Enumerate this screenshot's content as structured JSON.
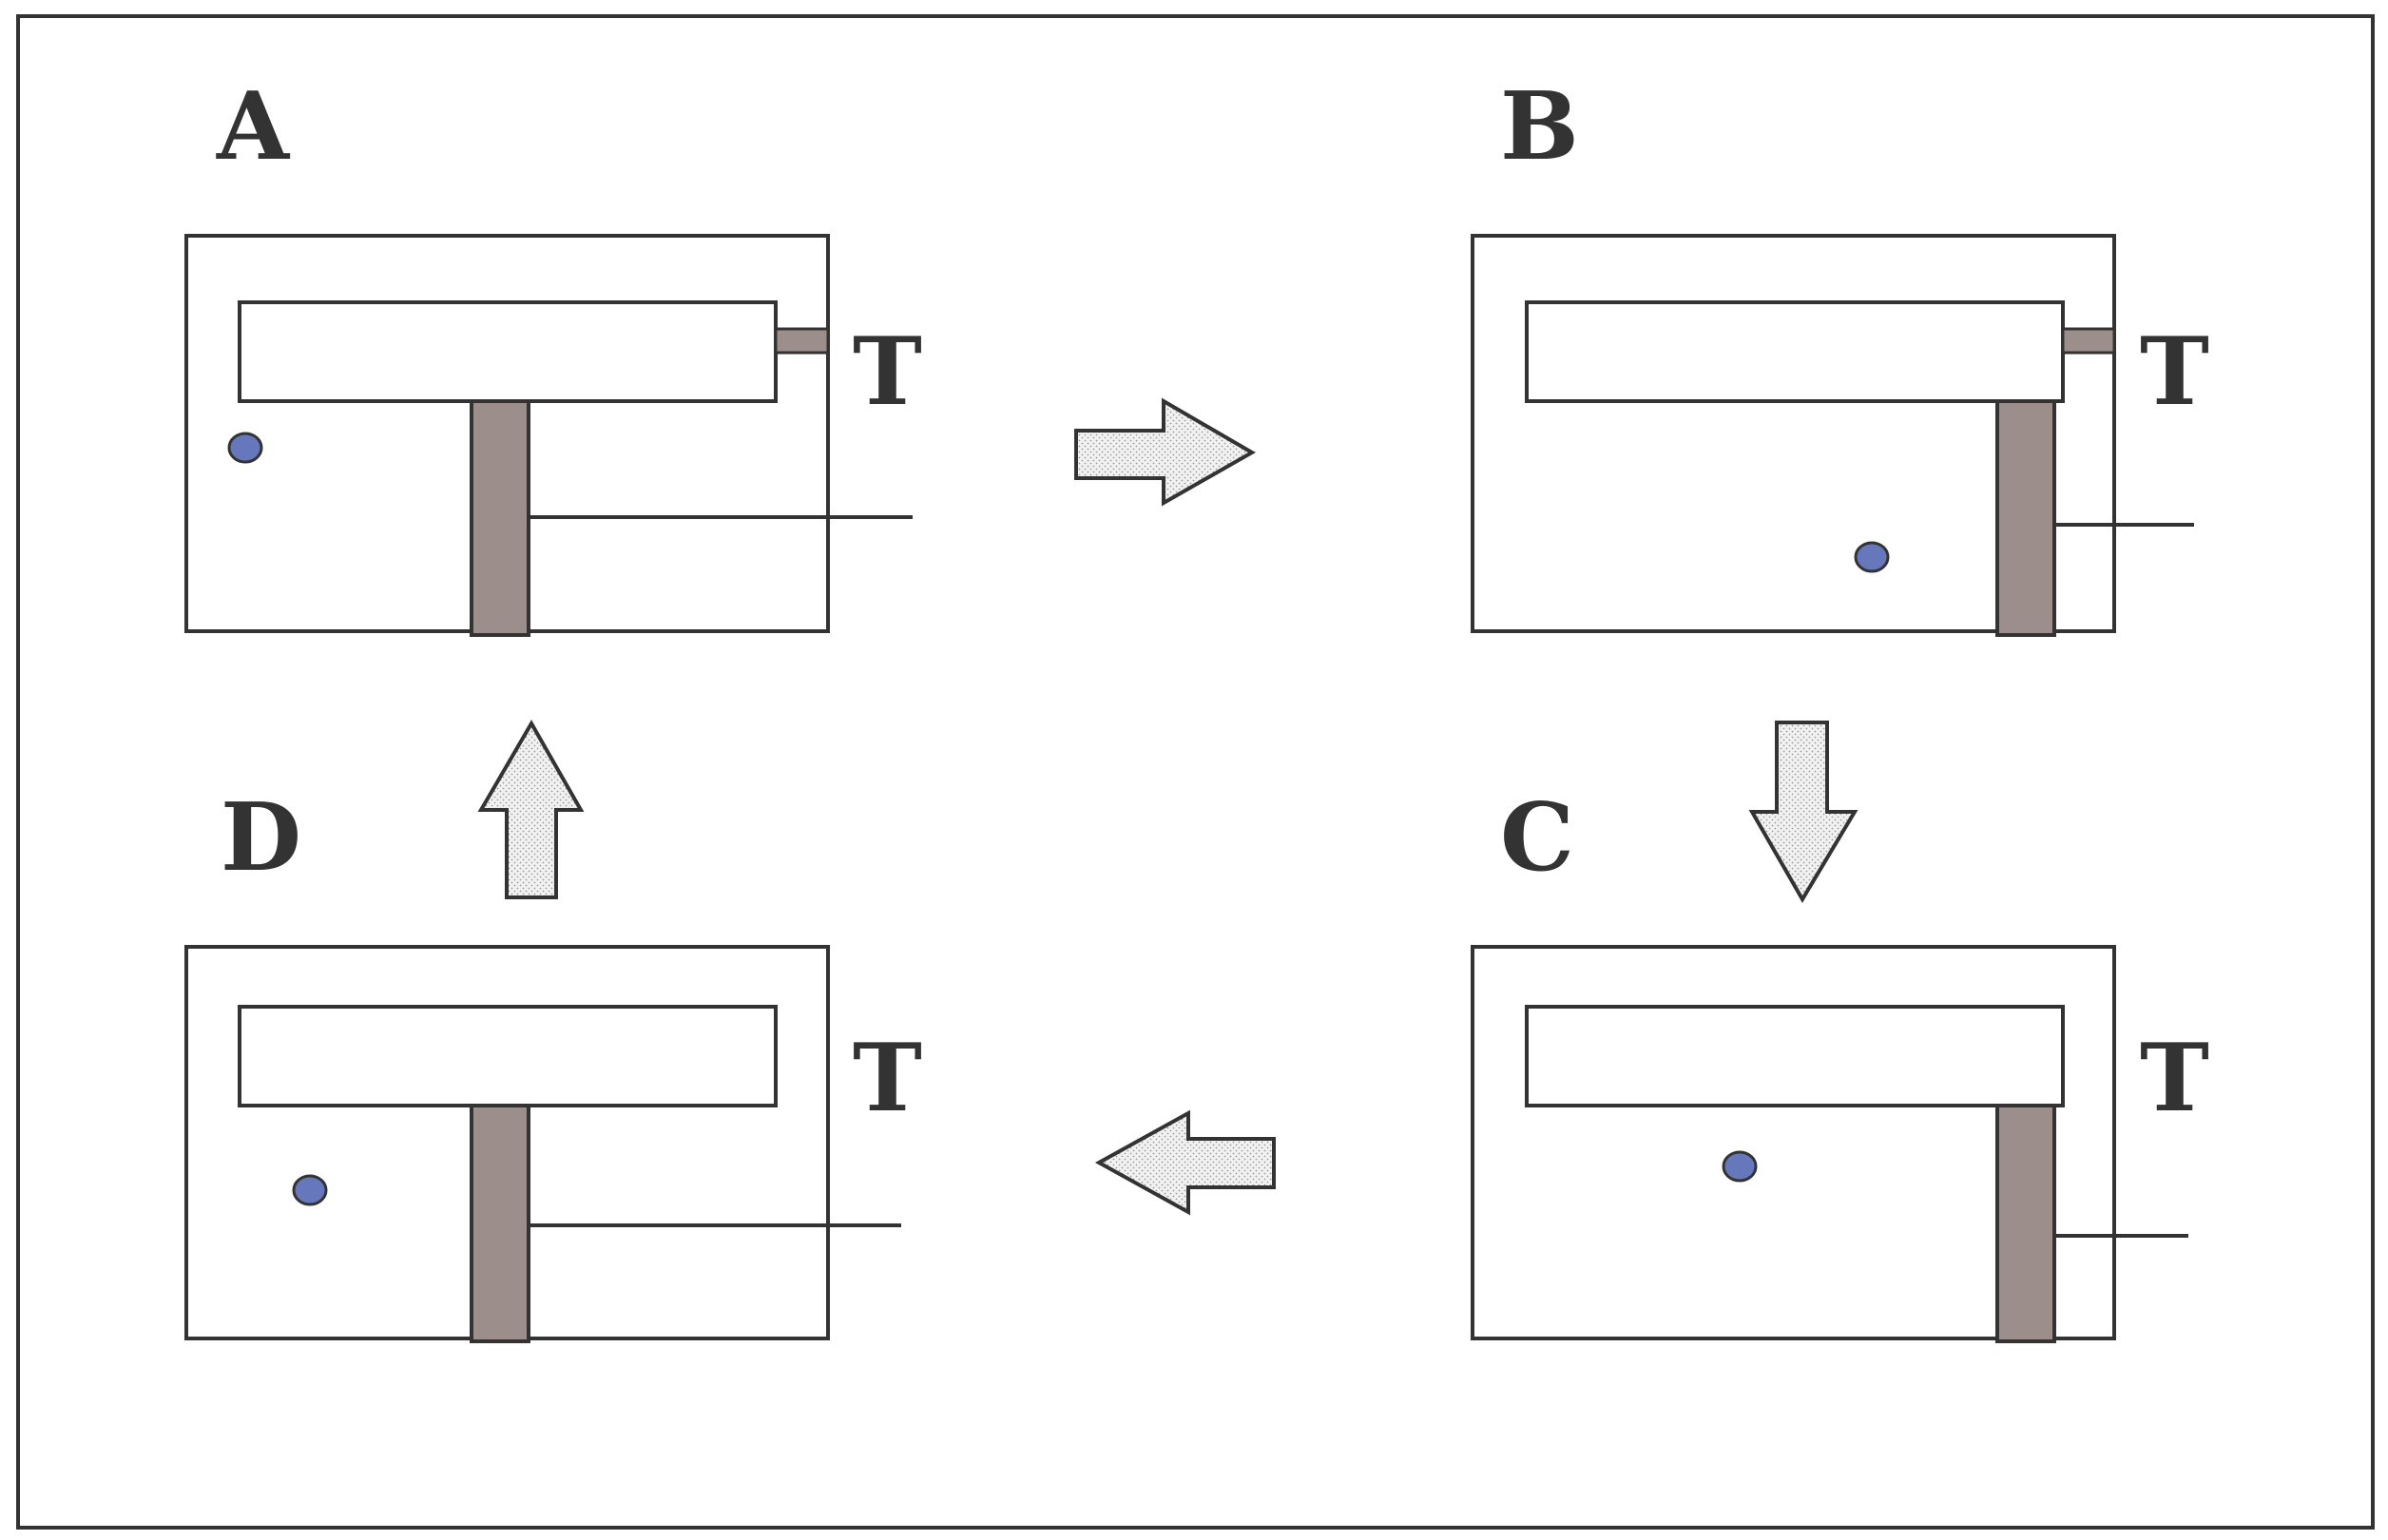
{
  "colors": {
    "stroke": "#333333",
    "background": "#ffffff",
    "piston": "#9c8f8b",
    "particle": "#6677bb",
    "arrow_fill": "#f2f2f2",
    "arrow_dots": "#9a9a9a"
  },
  "panels": [
    {
      "id": "A",
      "label": "A",
      "t_label": "T",
      "has_connector": true,
      "piston_position": "middle",
      "particle": "left"
    },
    {
      "id": "B",
      "label": "B",
      "t_label": "T",
      "has_connector": true,
      "piston_position": "right",
      "particle": "bottom-right"
    },
    {
      "id": "C",
      "label": "C",
      "t_label": "T",
      "has_connector": false,
      "piston_position": "right",
      "particle": "center"
    },
    {
      "id": "D",
      "label": "D",
      "t_label": "T",
      "has_connector": false,
      "piston_position": "middle",
      "particle": "left"
    }
  ],
  "cycle_arrows": [
    {
      "from": "A",
      "to": "B",
      "direction": "right"
    },
    {
      "from": "B",
      "to": "C",
      "direction": "down"
    },
    {
      "from": "C",
      "to": "D",
      "direction": "left"
    },
    {
      "from": "D",
      "to": "A",
      "direction": "up"
    }
  ],
  "icons": {
    "particle": "particle-dot-icon",
    "cycle_arrow": "block-arrow-icon"
  }
}
